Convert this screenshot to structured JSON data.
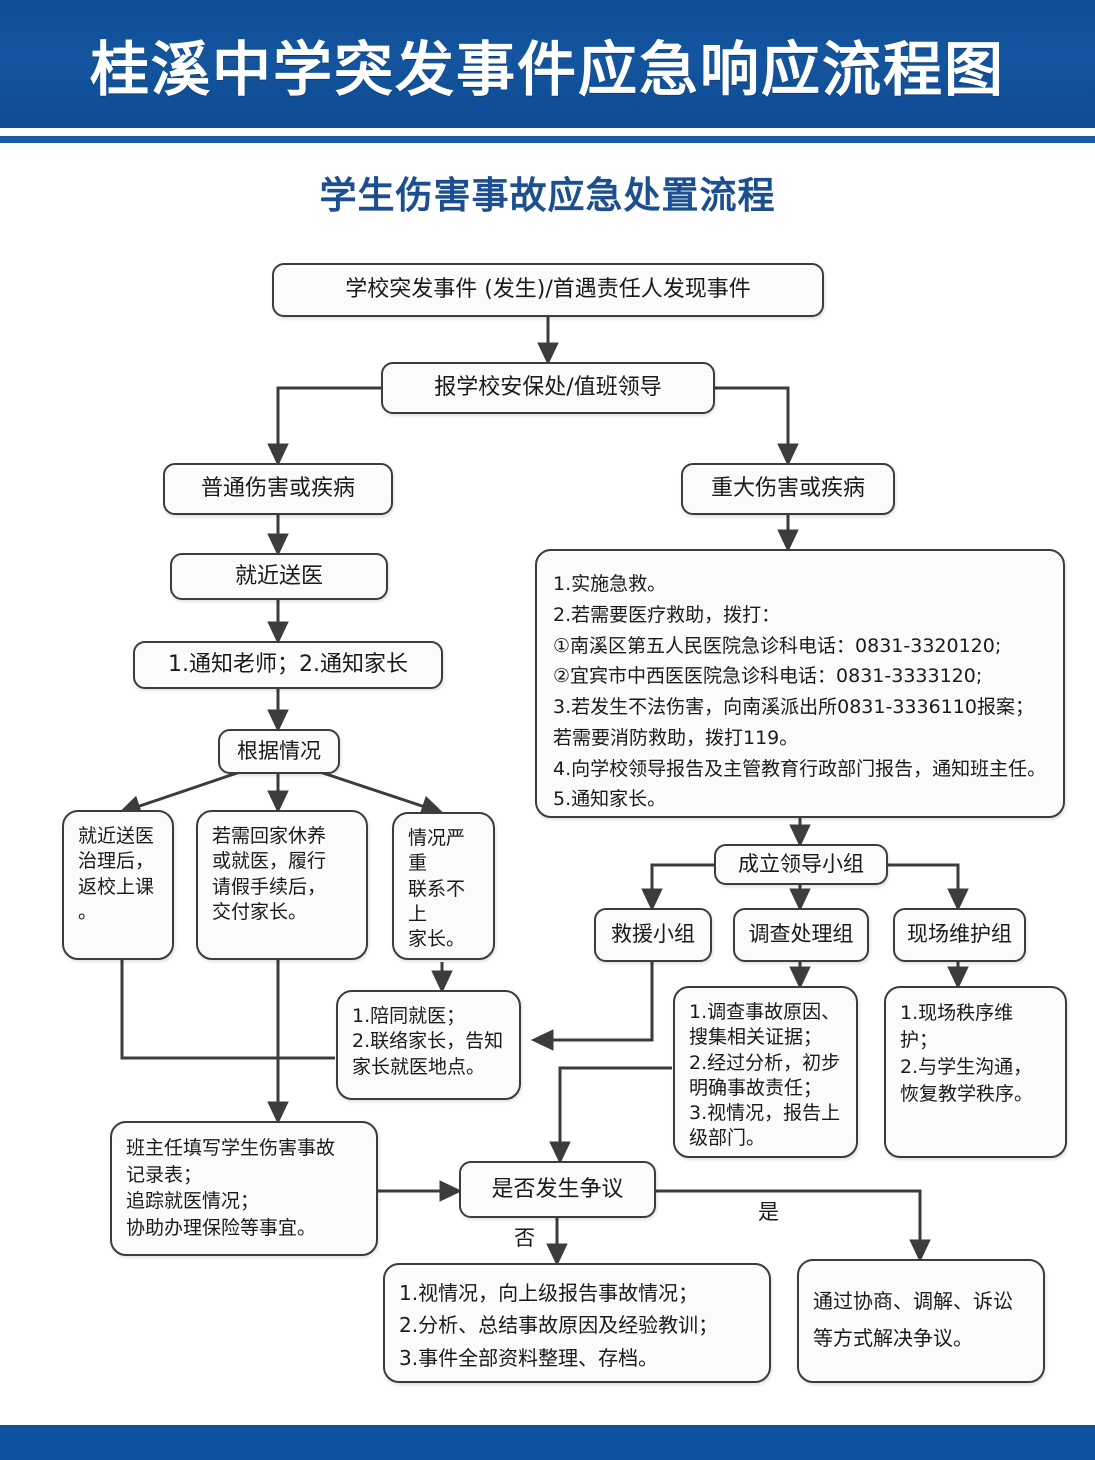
{
  "header": {
    "title": "桂溪中学突发事件应急响应流程图",
    "band_color": "#11539c",
    "title_color": "#ffffff"
  },
  "subtitle": {
    "text": "学生伤害事故应急处置流程",
    "color": "#1b4f8f"
  },
  "chart_data": {
    "type": "diagram",
    "title": "学生伤害事故应急处置流程",
    "nodes": [
      {
        "id": "n1",
        "label": "学校突发事件 (发生)/首遇责任人发现事件"
      },
      {
        "id": "n2",
        "label": "报学校安保处/值班领导"
      },
      {
        "id": "n3",
        "label": "普通伤害或疾病"
      },
      {
        "id": "n4",
        "label": "重大伤害或疾病"
      },
      {
        "id": "n5",
        "label": "就近送医"
      },
      {
        "id": "n6",
        "label": "1.通知老师；2.通知家长"
      },
      {
        "id": "n7",
        "label": "根据情况"
      },
      {
        "id": "n8",
        "label": "就近送医\n治理后，\n返校上课\n。"
      },
      {
        "id": "n9",
        "label": "若需回家休养\n或就医，履行\n请假手续后，\n交付家长。"
      },
      {
        "id": "n10",
        "label": "情况严重\n联系不上\n家长。"
      },
      {
        "id": "n11",
        "label": "1.陪同就医；\n2.联络家长，告知\n家长就医地点。"
      },
      {
        "id": "n12",
        "label": "班主任填写学生伤害事故\n记录表；\n追踪就医情况；\n协助办理保险等事宜。"
      },
      {
        "id": "n13",
        "label": "1.实施急救。\n2.若需要医疗救助，拨打：\n①南溪区第五人民医院急诊科电话：0831-3320120;\n②宜宾市中西医医院急诊科电话：0831-3333120;\n3.若发生不法伤害，向南溪派出所0831-3336110报案；\n若需要消防救助，拨打119。\n4.向学校领导报告及主管教育行政部门报告，通知班主任。\n5.通知家长。"
      },
      {
        "id": "n14",
        "label": "成立领导小组"
      },
      {
        "id": "n15",
        "label": "救援小组"
      },
      {
        "id": "n16",
        "label": "调查处理组"
      },
      {
        "id": "n17",
        "label": "现场维护组"
      },
      {
        "id": "n18",
        "label": "1.调查事故原因、\n搜集相关证据；\n2.经过分析，初步\n明确事故责任；\n3.视情况，报告上\n级部门。"
      },
      {
        "id": "n19",
        "label": "1.现场秩序维护；\n2.与学生沟通，\n恢复教学秩序。"
      },
      {
        "id": "n20",
        "label": "是否发生争议"
      },
      {
        "id": "n21",
        "label": "1.视情况，向上级报告事故情况；\n2.分析、总结事故原因及经验教训；\n3.事件全部资料整理、存档。"
      },
      {
        "id": "n22",
        "label": "通过协商、调解、诉讼\n等方式解决争议。"
      }
    ],
    "edges": [
      {
        "from": "n1",
        "to": "n2",
        "label": ""
      },
      {
        "from": "n2",
        "to": "n3",
        "label": ""
      },
      {
        "from": "n2",
        "to": "n4",
        "label": ""
      },
      {
        "from": "n3",
        "to": "n5",
        "label": ""
      },
      {
        "from": "n5",
        "to": "n6",
        "label": ""
      },
      {
        "from": "n6",
        "to": "n7",
        "label": ""
      },
      {
        "from": "n7",
        "to": "n8",
        "label": ""
      },
      {
        "from": "n7",
        "to": "n9",
        "label": ""
      },
      {
        "from": "n7",
        "to": "n10",
        "label": ""
      },
      {
        "from": "n10",
        "to": "n11",
        "label": ""
      },
      {
        "from": "n8",
        "to": "n12",
        "label": ""
      },
      {
        "from": "n9",
        "to": "n12",
        "label": ""
      },
      {
        "from": "n11",
        "to": "n12",
        "label": ""
      },
      {
        "from": "n4",
        "to": "n13",
        "label": ""
      },
      {
        "from": "n13",
        "to": "n14",
        "label": ""
      },
      {
        "from": "n14",
        "to": "n15",
        "label": ""
      },
      {
        "from": "n14",
        "to": "n16",
        "label": ""
      },
      {
        "from": "n14",
        "to": "n17",
        "label": ""
      },
      {
        "from": "n15",
        "to": "n11",
        "label": ""
      },
      {
        "from": "n16",
        "to": "n18",
        "label": ""
      },
      {
        "from": "n17",
        "to": "n19",
        "label": ""
      },
      {
        "from": "n18",
        "to": "n20",
        "label": ""
      },
      {
        "from": "n12",
        "to": "n20",
        "label": ""
      },
      {
        "from": "n20",
        "to": "n21",
        "label": "否"
      },
      {
        "from": "n20",
        "to": "n22",
        "label": "是"
      }
    ],
    "edge_labels": [
      {
        "text": "否"
      },
      {
        "text": "是"
      }
    ]
  }
}
